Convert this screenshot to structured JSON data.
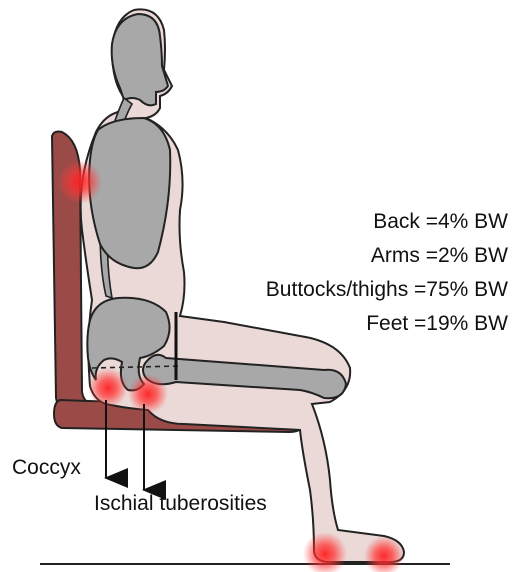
{
  "stats": [
    "Back =4% BW",
    "Arms =2% BW",
    "Buttocks/thighs =75% BW",
    "Feet =19% BW"
  ],
  "labels": {
    "coccyx": "Coccyx",
    "ischial": "Ischial tuberosities"
  },
  "colors": {
    "skin": "#ead9d6",
    "organ": "#a8a8a8",
    "chair": "#9b4b47",
    "outline": "#222222",
    "pressure": "#ff2a2a"
  }
}
